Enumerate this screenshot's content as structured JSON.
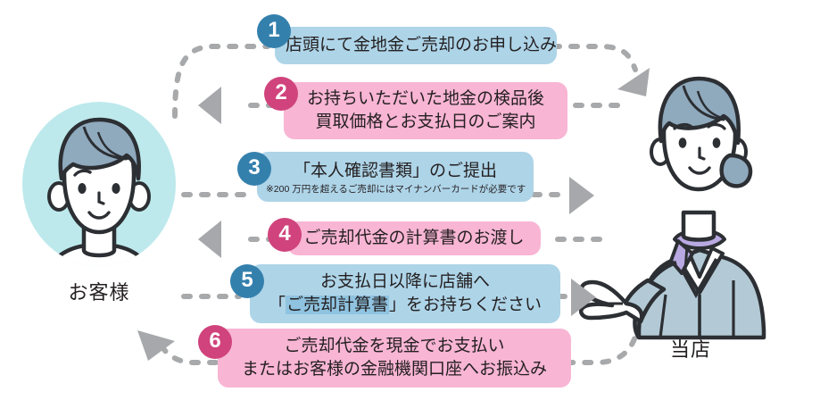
{
  "diagram": {
    "title_hidden": "",
    "actors": {
      "customer": {
        "label": "お客様",
        "avatar_bg": "#bde9ec",
        "name": "customer-avatar"
      },
      "store": {
        "label": "当店",
        "name": "store-staff-illustration"
      }
    },
    "colors": {
      "blue_badge": "#3480ad",
      "pink_badge": "#d0437c",
      "blue_bubble": "#aed4e8",
      "pink_bubble": "#f8b5d4",
      "highlight": "#8fc3e0",
      "arrow_gray": "#a6a8ab",
      "dash_gray": "#a7a9ac",
      "text": "#231f20"
    },
    "steps": [
      {
        "number": "1",
        "tone": "blue",
        "direction": "customer-to-store",
        "lines": [
          "店頭にて金地金ご売却のお申し込み"
        ],
        "note": ""
      },
      {
        "number": "2",
        "tone": "pink",
        "direction": "store-to-customer",
        "lines": [
          "お持ちいただいた地金の検品後",
          "買取価格とお支払日のご案内"
        ],
        "note": ""
      },
      {
        "number": "3",
        "tone": "blue",
        "direction": "customer-to-store",
        "lines": [
          "「本人確認書類」のご提出"
        ],
        "note": "※200 万円を超えるご売却にはマイナンバーカードが必要です"
      },
      {
        "number": "4",
        "tone": "pink",
        "direction": "store-to-customer",
        "lines": [
          "ご売却代金の計算書のお渡し"
        ],
        "note": ""
      },
      {
        "number": "5",
        "tone": "blue",
        "direction": "customer-to-store",
        "lines": [
          "お支払日以降に店舗へ",
          "「ご売却計算書」をお持ちください"
        ],
        "highlight": "ご売却計算書",
        "note": ""
      },
      {
        "number": "6",
        "tone": "pink",
        "direction": "store-to-customer",
        "lines": [
          "ご売却代金を現金でお支払い",
          "またはお客様の金融機関口座へお振込み"
        ],
        "note": ""
      }
    ]
  }
}
